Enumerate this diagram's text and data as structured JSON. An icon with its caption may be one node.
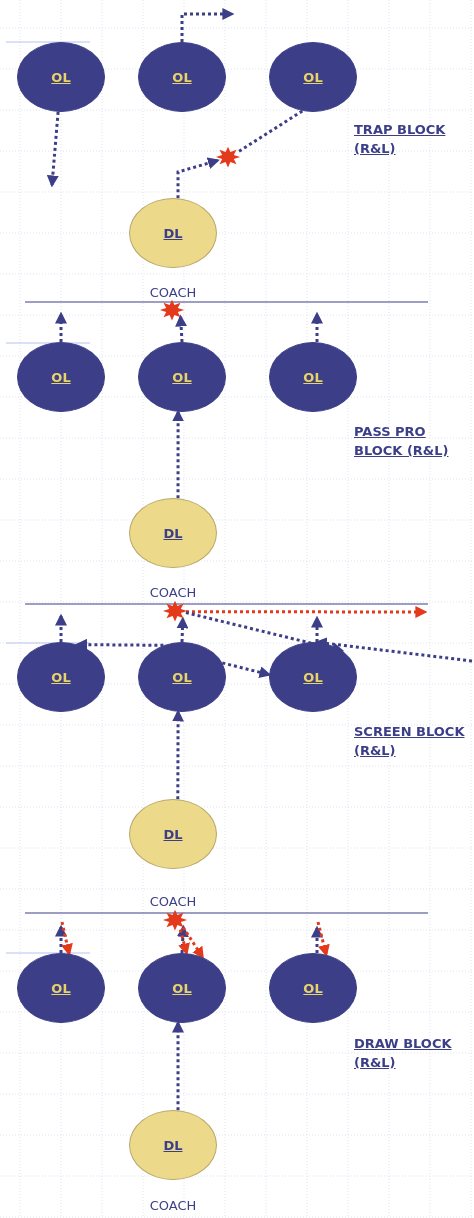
{
  "diagram": {
    "nodes": [
      {
        "text": [
          "OL"
        ]
      },
      {
        "text": [
          "OL"
        ]
      },
      {
        "text": [
          "OL"
        ]
      },
      {
        "text": [],
        "shape": "burst"
      },
      {
        "text": [
          "DL"
        ]
      },
      {
        "text": [
          "OL"
        ]
      },
      {
        "text": [
          "OL"
        ]
      },
      {
        "text": [
          "OL"
        ]
      },
      {
        "text": [],
        "shape": "burst"
      },
      {
        "text": [
          "DL"
        ]
      },
      {
        "text": [
          "OL"
        ]
      },
      {
        "text": [
          "OL"
        ]
      },
      {
        "text": [
          "OL"
        ]
      },
      {
        "text": [],
        "shape": "burst"
      },
      {
        "text": [
          "DL"
        ]
      },
      {
        "text": [
          "OL"
        ]
      },
      {
        "text": [
          "OL"
        ]
      },
      {
        "text": [
          "OL"
        ]
      },
      {
        "text": [],
        "shape": "burst"
      },
      {
        "text": [
          "DL"
        ]
      }
    ],
    "edges": [
      {
        "from": 0,
        "to": null,
        "arrow": "to"
      },
      {
        "from": 1,
        "to": null,
        "arrow": "to"
      },
      {
        "from": 2,
        "to": 3,
        "arrow": "none"
      },
      {
        "from": 4,
        "to": 3,
        "arrow": "to"
      },
      {
        "from": 5,
        "to": null,
        "arrow": "to"
      },
      {
        "from": 6,
        "to": 8,
        "arrow": "to"
      },
      {
        "from": 9,
        "to": 6,
        "arrow": "to"
      },
      {
        "from": 7,
        "to": null,
        "arrow": "to"
      },
      {
        "from": 10,
        "to": null,
        "arrow": "to"
      },
      {
        "from": 11,
        "to": 10,
        "arrow": "to"
      },
      {
        "from": 11,
        "to": 12,
        "arrow": "to"
      },
      {
        "from": 11,
        "to": 13,
        "arrow": "to"
      },
      {
        "from": 14,
        "to": 11,
        "arrow": "to"
      },
      {
        "from": 13,
        "to": null,
        "arrow": "to",
        "color": "#e4391b"
      },
      {
        "from": 13,
        "to": 12,
        "arrow": "to"
      },
      {
        "from": 12,
        "to": null,
        "arrow": "to"
      },
      {
        "from": null,
        "to": 12,
        "arrow": "to"
      },
      {
        "from": 15,
        "to": null,
        "arrow": "to"
      },
      {
        "from": null,
        "to": 15,
        "arrow": "to",
        "color": "#e4391b"
      },
      {
        "from": 16,
        "to": 18,
        "arrow": "to"
      },
      {
        "from": 19,
        "to": 16,
        "arrow": "to"
      },
      {
        "from": 18,
        "to": 16,
        "arrow": "to",
        "color": "#e4391b"
      },
      {
        "from": 18,
        "to": 16,
        "arrow": "to",
        "color": "#e4391b"
      },
      {
        "from": 17,
        "to": null,
        "arrow": "to"
      },
      {
        "from": null,
        "to": 17,
        "arrow": "to",
        "color": "#e4391b"
      }
    ],
    "labels": [
      "TRAP BLOCK (R&L)",
      "COACH",
      "PASS PRO BLOCK (R&L)",
      "COACH",
      "SCREEN BLOCK (R&L)",
      "COACH",
      "DRAW BLOCK (R&L)",
      "COACH"
    ]
  }
}
